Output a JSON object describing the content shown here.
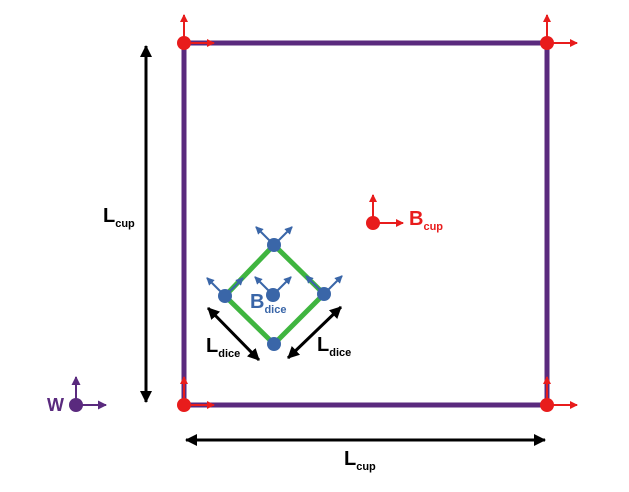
{
  "colors": {
    "cup": "#5a2a7e",
    "dice": "#3fb53f",
    "frame_red": "#e81c1c",
    "frame_blue": "#3a66a8",
    "world": "#5a2a7e",
    "dimension": "#000000"
  },
  "labels": {
    "cup_length_vertical": {
      "main": "L",
      "sub": "cup"
    },
    "cup_length_horizontal": {
      "main": "L",
      "sub": "cup"
    },
    "cup_frame": {
      "main": "B",
      "sub": "cup"
    },
    "dice_frame": {
      "main": "B",
      "sub": "dice"
    },
    "dice_length_left": {
      "main": "L",
      "sub": "dice"
    },
    "dice_length_right": {
      "main": "L",
      "sub": "dice"
    },
    "world_frame": {
      "main": "W"
    }
  }
}
